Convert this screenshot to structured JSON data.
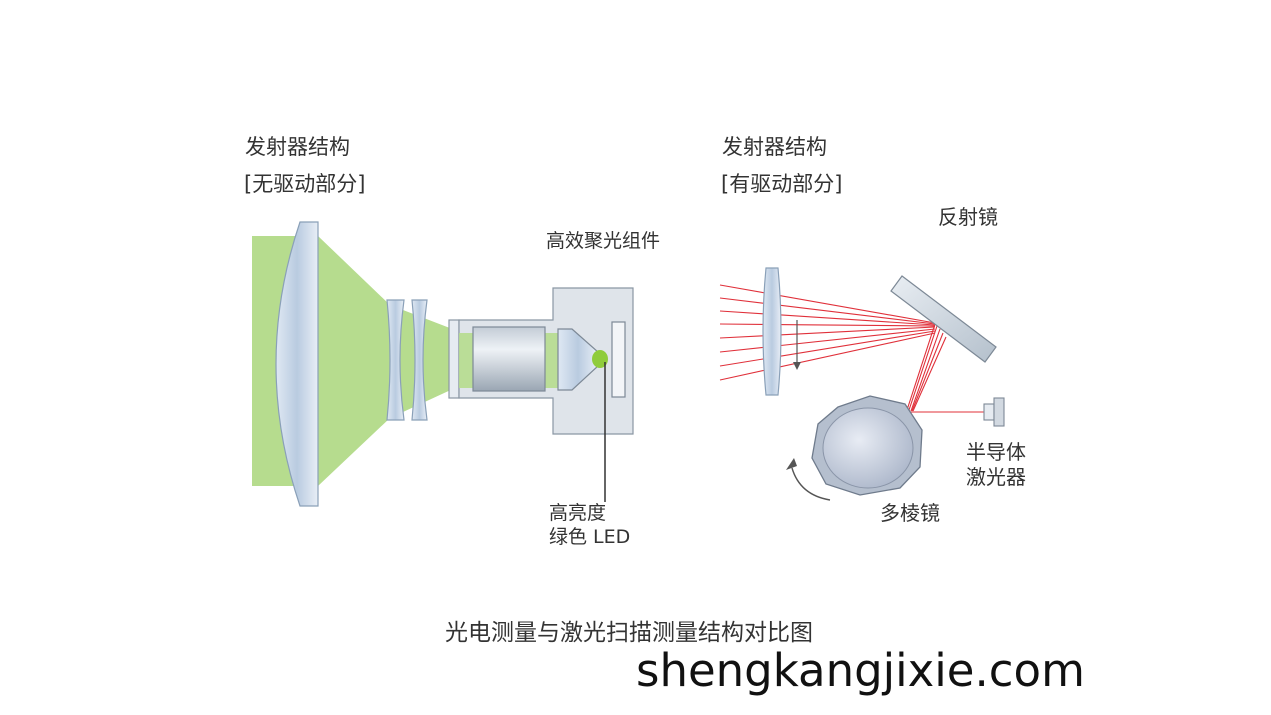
{
  "left_section": {
    "title": "发射器结构",
    "subtitle": "[无驱动部分]",
    "assembly_label": "高效聚光组件",
    "led_label_line1": "高亮度",
    "led_label_line2": "绿色 LED"
  },
  "right_section": {
    "title": "发射器结构",
    "subtitle": "[有驱动部分]",
    "mirror_label": "反射镜",
    "laser_label_line1": "半导体",
    "laser_label_line2": "激光器",
    "polygon_label": "多棱镜"
  },
  "caption": "光电测量与激光扫描测量结构对比图",
  "watermark": "shengkangjixie.com",
  "colors": {
    "beam_green": "#b6dc8e",
    "lens_blue": "#c9d8ea",
    "housing_gray": "#dfe4ea",
    "laser_red": "#e0303a",
    "led_green": "#8fcc3c"
  }
}
